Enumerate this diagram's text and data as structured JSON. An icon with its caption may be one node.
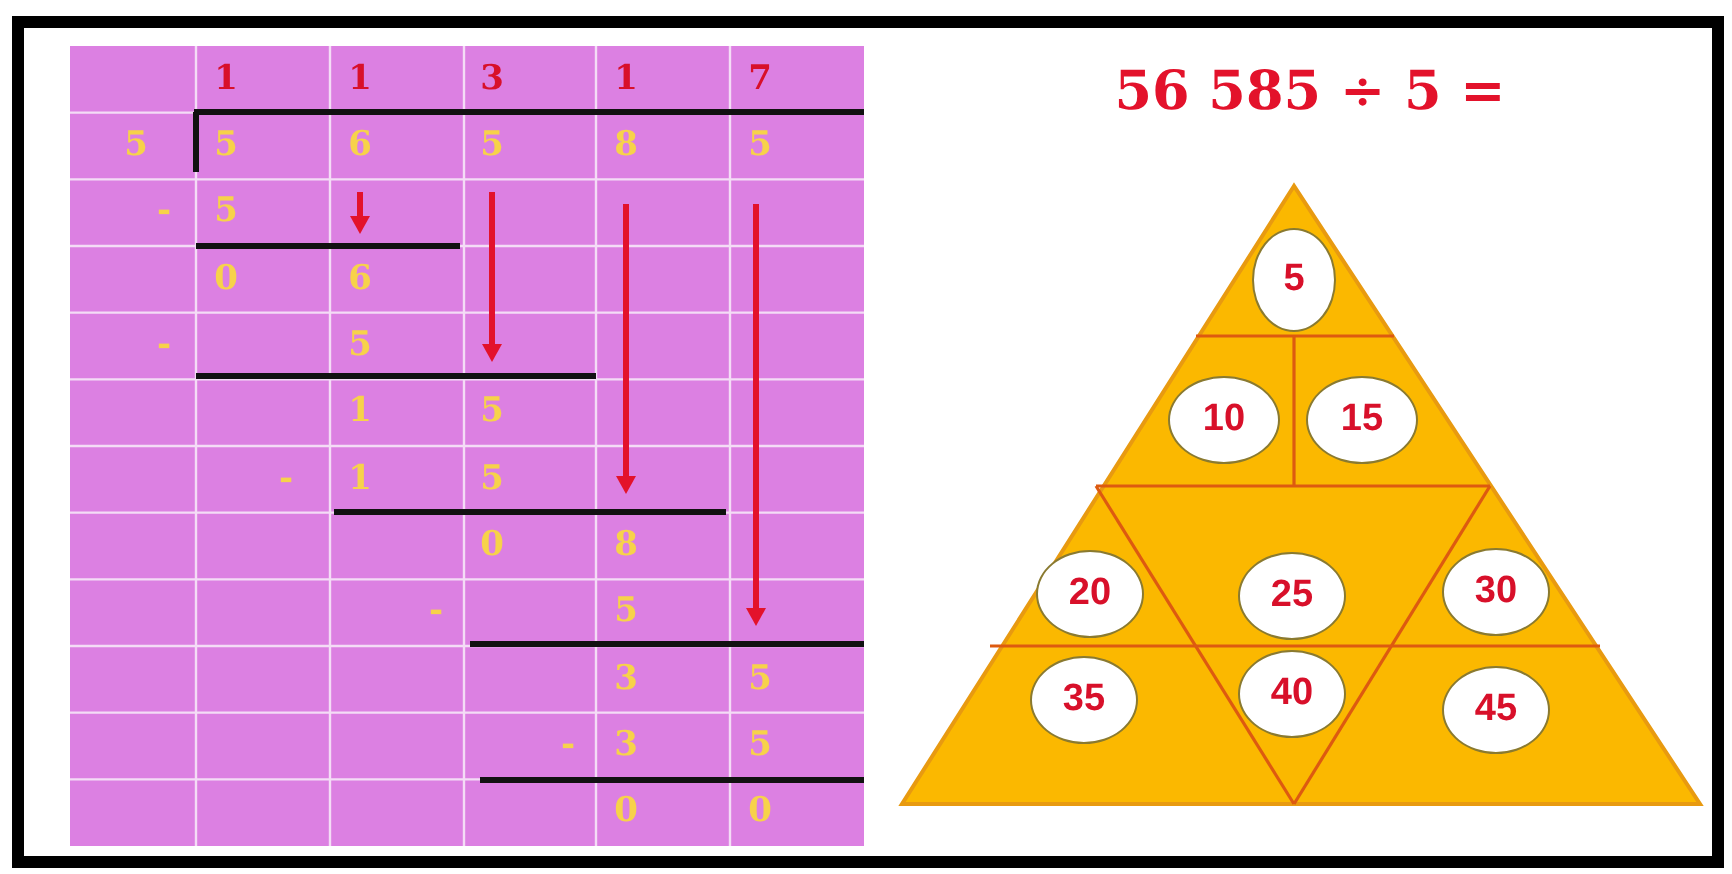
{
  "diagram": {
    "title": "56 585 ÷ 5 =",
    "nodes": [
      {
        "text": [],
        "shape": "triangle"
      },
      {
        "text": [
          "5"
        ],
        "in": 0
      },
      {
        "text": [
          "10"
        ],
        "in": 0
      },
      {
        "text": [
          "15"
        ],
        "in": 0
      },
      {
        "text": [
          "20"
        ],
        "in": 0
      },
      {
        "text": [
          "25"
        ],
        "in": 0
      },
      {
        "text": [
          "30"
        ],
        "in": 0
      },
      {
        "text": [
          "35"
        ],
        "in": 0
      },
      {
        "text": [
          "40"
        ],
        "in": 0
      },
      {
        "text": [
          "45"
        ],
        "in": 0
      }
    ],
    "labels": [
      "1",
      "1",
      "3",
      "1",
      "7",
      "5",
      "5",
      "6",
      "5",
      "8",
      "5",
      "-",
      "5",
      "0",
      "6",
      "-",
      "5",
      "1",
      "5",
      "-",
      "1",
      "5",
      "0",
      "8",
      "-",
      "5",
      "3",
      "5",
      "-",
      "3",
      "5",
      "0",
      "0"
    ]
  }
}
